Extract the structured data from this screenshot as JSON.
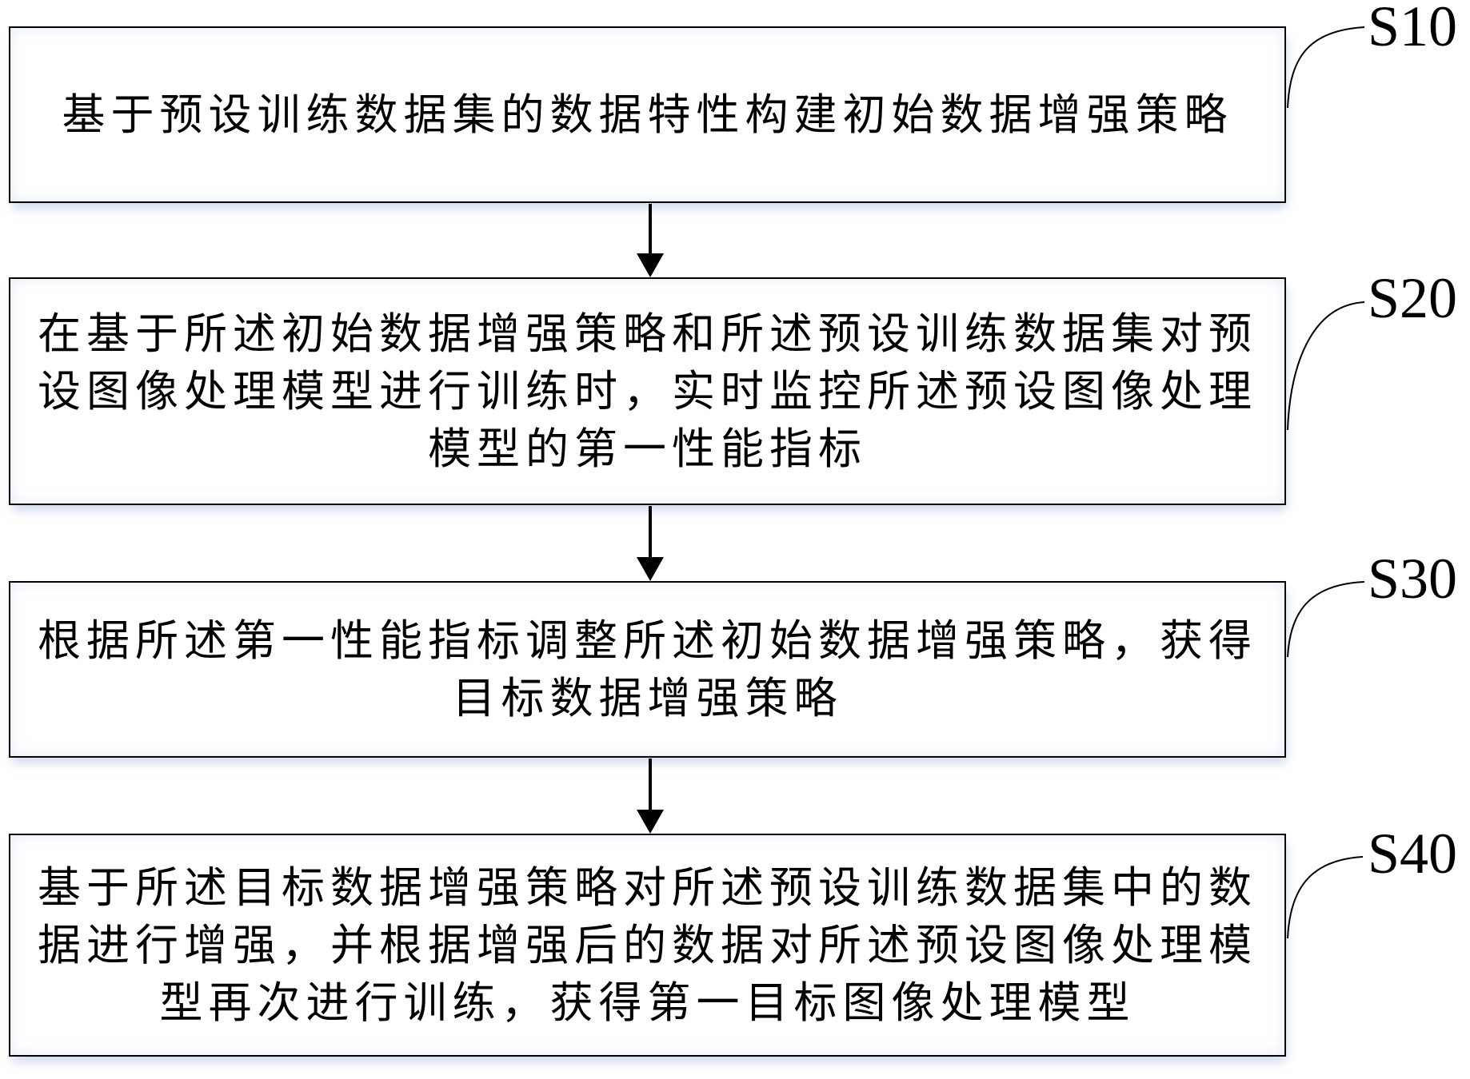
{
  "figure": {
    "type": "flowchart",
    "background_color": "#ffffff",
    "line_color": "#000000",
    "shadow_color": "#cdd9ee",
    "steps": [
      {
        "id": "S10",
        "lines": [
          "基于预设训练数据集的数据特性构建初始数据增强策略"
        ]
      },
      {
        "id": "S20",
        "lines": [
          "在基于所述初始数据增强策略和所述预设训练数据集对预",
          "设图像处理模型进行训练时，实时监控所述预设图像处理",
          "模型的第一性能指标"
        ]
      },
      {
        "id": "S30",
        "lines": [
          "根据所述第一性能指标调整所述初始数据增强策略，获得",
          "目标数据增强策略"
        ]
      },
      {
        "id": "S40",
        "lines": [
          "基于所述目标数据增强策略对所述预设训练数据集中的数",
          "据进行增强，并根据增强后的数据对所述预设图像处理模",
          "型再次进行训练，获得第一目标图像处理模型"
        ]
      }
    ]
  }
}
